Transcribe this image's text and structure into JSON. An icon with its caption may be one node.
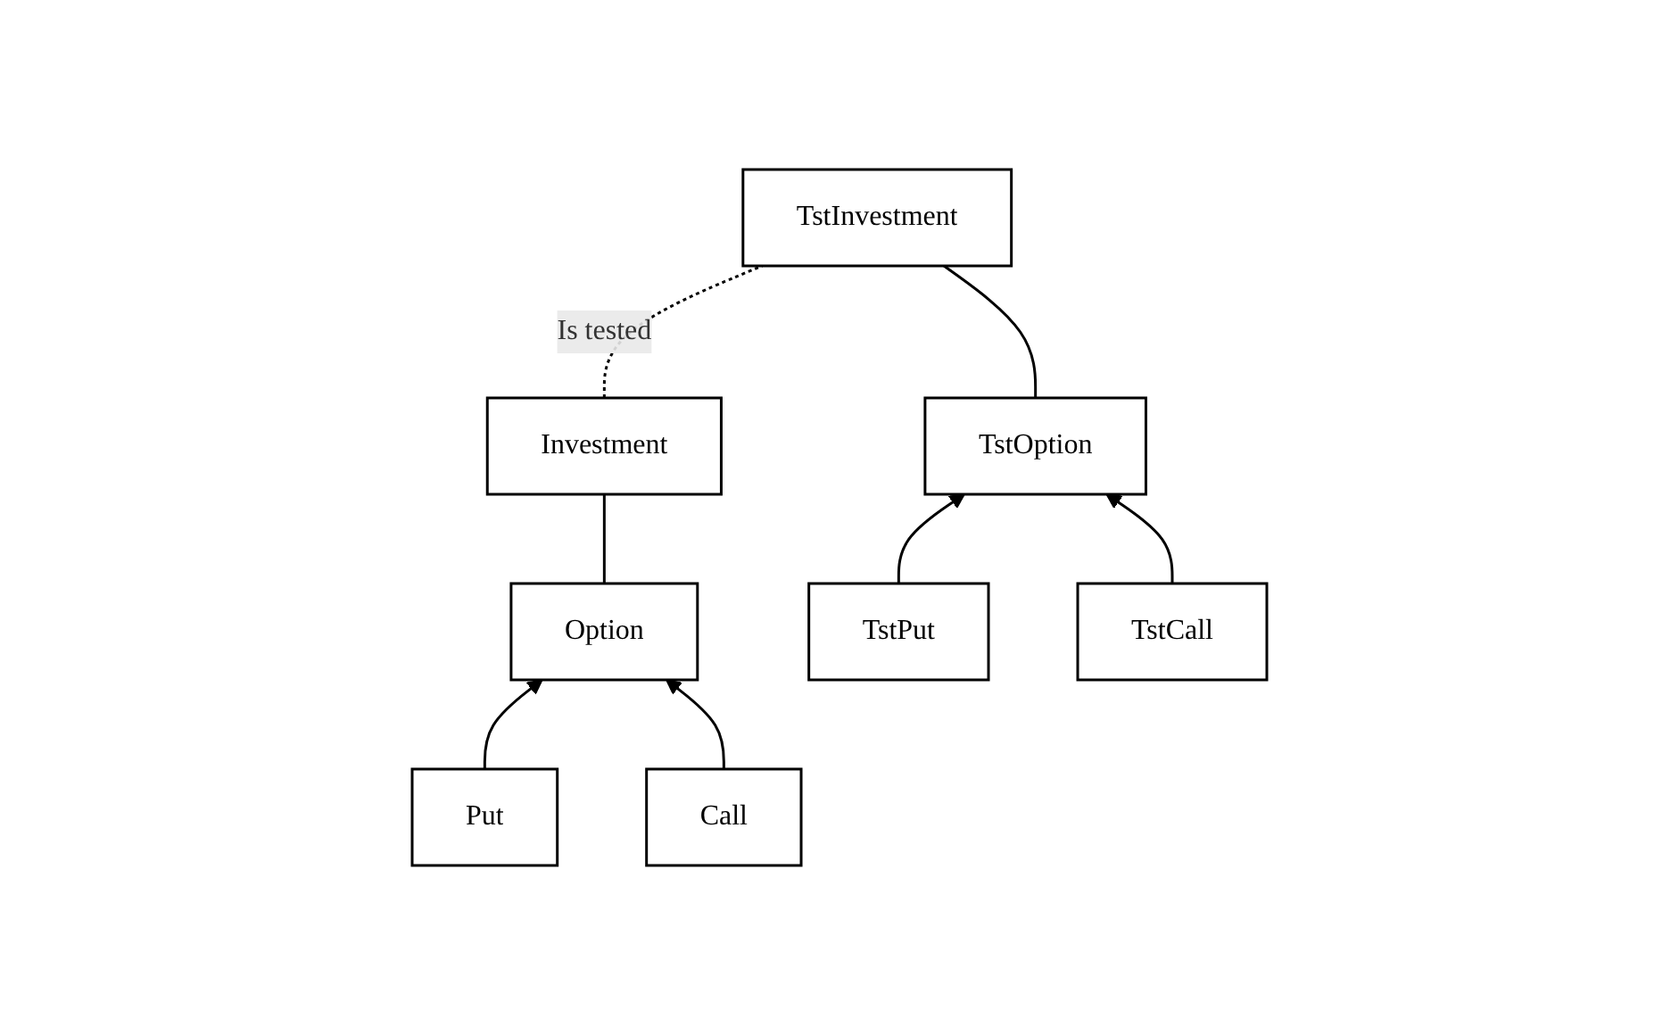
{
  "diagram": {
    "nodes": [
      {
        "text": [
          "Investment"
        ]
      },
      {
        "text": [
          "TstInvestment"
        ]
      },
      {
        "text": [
          "Option"
        ]
      },
      {
        "text": [
          "TstOption"
        ]
      },
      {
        "text": [
          "Put"
        ]
      },
      {
        "text": [
          "Call"
        ]
      },
      {
        "text": [
          "TstPut"
        ]
      },
      {
        "text": [
          "TstCall"
        ]
      }
    ],
    "edges": [
      {
        "from": 0,
        "to": 1,
        "arrow": "none",
        "label": "Is tested",
        "style": "dashed"
      },
      {
        "from": 2,
        "to": 0,
        "arrow": "none"
      },
      {
        "from": 3,
        "to": 1,
        "arrow": "none"
      },
      {
        "from": 4,
        "to": 2,
        "arrow": "to"
      },
      {
        "from": 5,
        "to": 2,
        "arrow": "to"
      },
      {
        "from": 6,
        "to": 3,
        "arrow": "to"
      },
      {
        "from": 7,
        "to": 3,
        "arrow": "to"
      }
    ]
  }
}
